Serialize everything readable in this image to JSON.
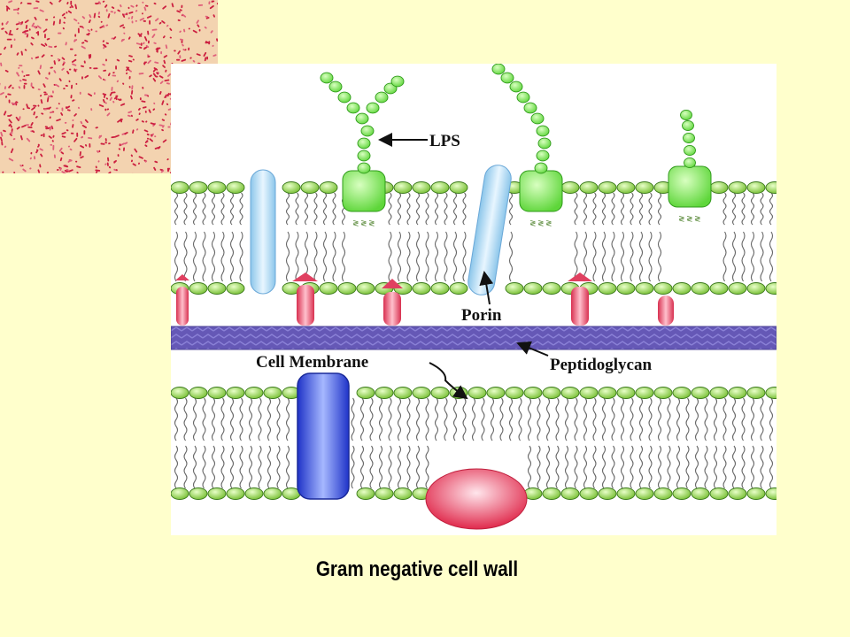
{
  "caption": "Gram negative cell wall",
  "labels": {
    "lps": "LPS",
    "porin": "Porin",
    "cell_membrane": "Cell Membrane",
    "peptidoglycan": "Peptidoglycan"
  },
  "colors": {
    "background": "#ffffcc",
    "phospholipid_head": "#99dd55",
    "lps": "#88ee55",
    "porin": "#9fd0ee",
    "membrane_protein": "#2a44dd",
    "peptidoglycan": "#6a5fb8",
    "lipoprotein": "#e04060"
  }
}
